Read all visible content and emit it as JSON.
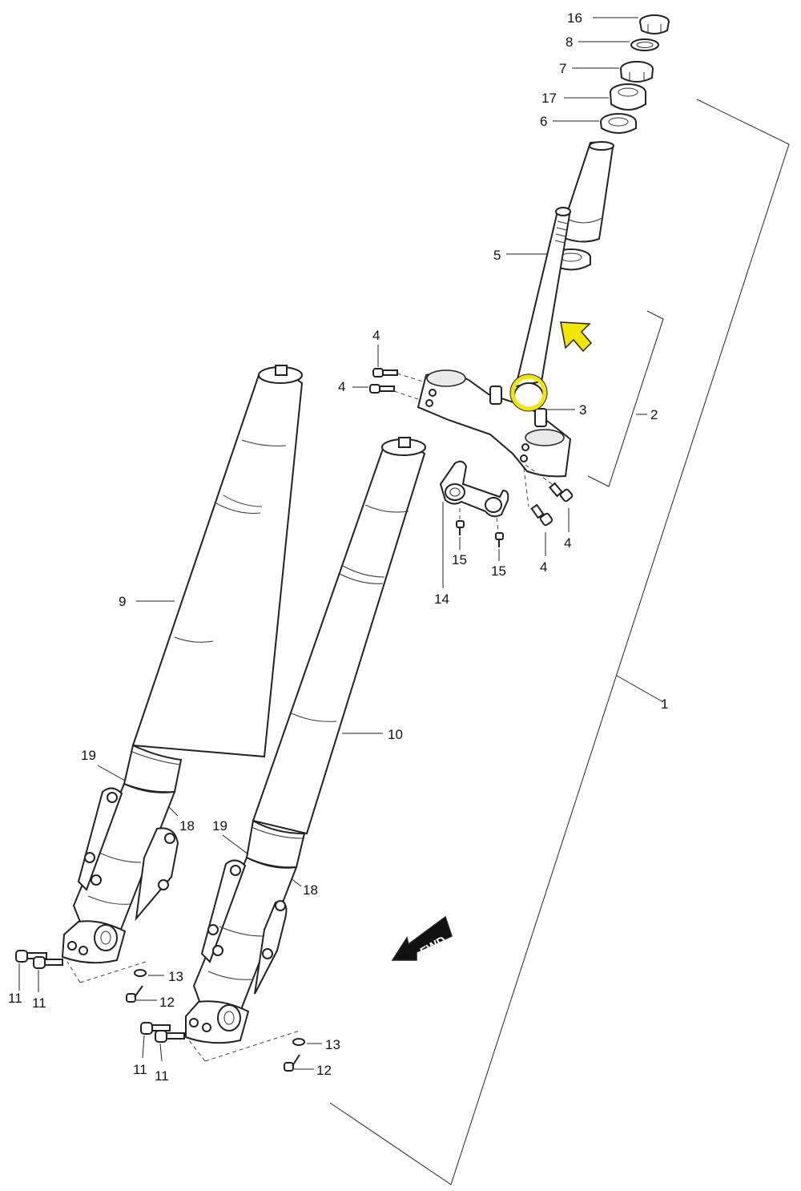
{
  "colors": {
    "line": "#222222",
    "highlight_ring": "#f2e600",
    "highlight_arrow": "#f2e600",
    "background": "#ffffff"
  },
  "icons": {
    "direction_arrow": "fwd-arrow-icon",
    "pointer_arrow": "yellow-pointer-arrow-icon"
  },
  "fwd_label": "FWD",
  "callouts": {
    "c16": "16",
    "c8": "8",
    "c7": "7",
    "c17": "17",
    "c6": "6",
    "c5": "5",
    "c4a": "4",
    "c4b": "4",
    "c4c": "4",
    "c4d": "4",
    "c3": "3",
    "c2": "2",
    "c15a": "15",
    "c15b": "15",
    "c14": "14",
    "c9": "9",
    "c10": "10",
    "c1": "1",
    "c19a": "19",
    "c18a": "18",
    "c19b": "19",
    "c18b": "18",
    "c11a": "11",
    "c11b": "11",
    "c13a": "13",
    "c12a": "12",
    "c11c": "11",
    "c11d": "11",
    "c13b": "13",
    "c12b": "12"
  }
}
